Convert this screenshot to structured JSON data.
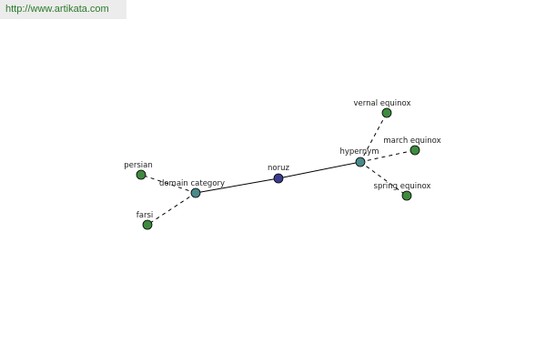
{
  "watermark": {
    "text": "http://www.artikata.com"
  },
  "colors": {
    "center_node": "#3c3c8c",
    "relation_node": "#4a8a8a",
    "leaf_node": "#3e8a3e",
    "edge": "#000000",
    "watermark_bg": "#ececec",
    "watermark_text": "#2c7a2c"
  },
  "graph": {
    "nodes": [
      {
        "id": "noruz",
        "label": "noruz",
        "kind": "center"
      },
      {
        "id": "hypernym",
        "label": "hypernym",
        "kind": "relation"
      },
      {
        "id": "domain_category",
        "label": "domain category",
        "kind": "relation"
      },
      {
        "id": "vernal_equinox",
        "label": "vernal equinox",
        "kind": "leaf"
      },
      {
        "id": "march_equinox",
        "label": "march equinox",
        "kind": "leaf"
      },
      {
        "id": "spring_equinox",
        "label": "spring equinox",
        "kind": "leaf"
      },
      {
        "id": "persian",
        "label": "persian",
        "kind": "leaf"
      },
      {
        "id": "farsi",
        "label": "farsi",
        "kind": "leaf"
      }
    ],
    "edges": [
      {
        "from": "noruz",
        "to": "hypernym",
        "style": "solid"
      },
      {
        "from": "noruz",
        "to": "domain_category",
        "style": "solid"
      },
      {
        "from": "hypernym",
        "to": "vernal_equinox",
        "style": "dashed"
      },
      {
        "from": "hypernym",
        "to": "march_equinox",
        "style": "dashed"
      },
      {
        "from": "hypernym",
        "to": "spring_equinox",
        "style": "dashed"
      },
      {
        "from": "domain_category",
        "to": "persian",
        "style": "dashed"
      },
      {
        "from": "domain_category",
        "to": "farsi",
        "style": "dashed"
      }
    ]
  }
}
